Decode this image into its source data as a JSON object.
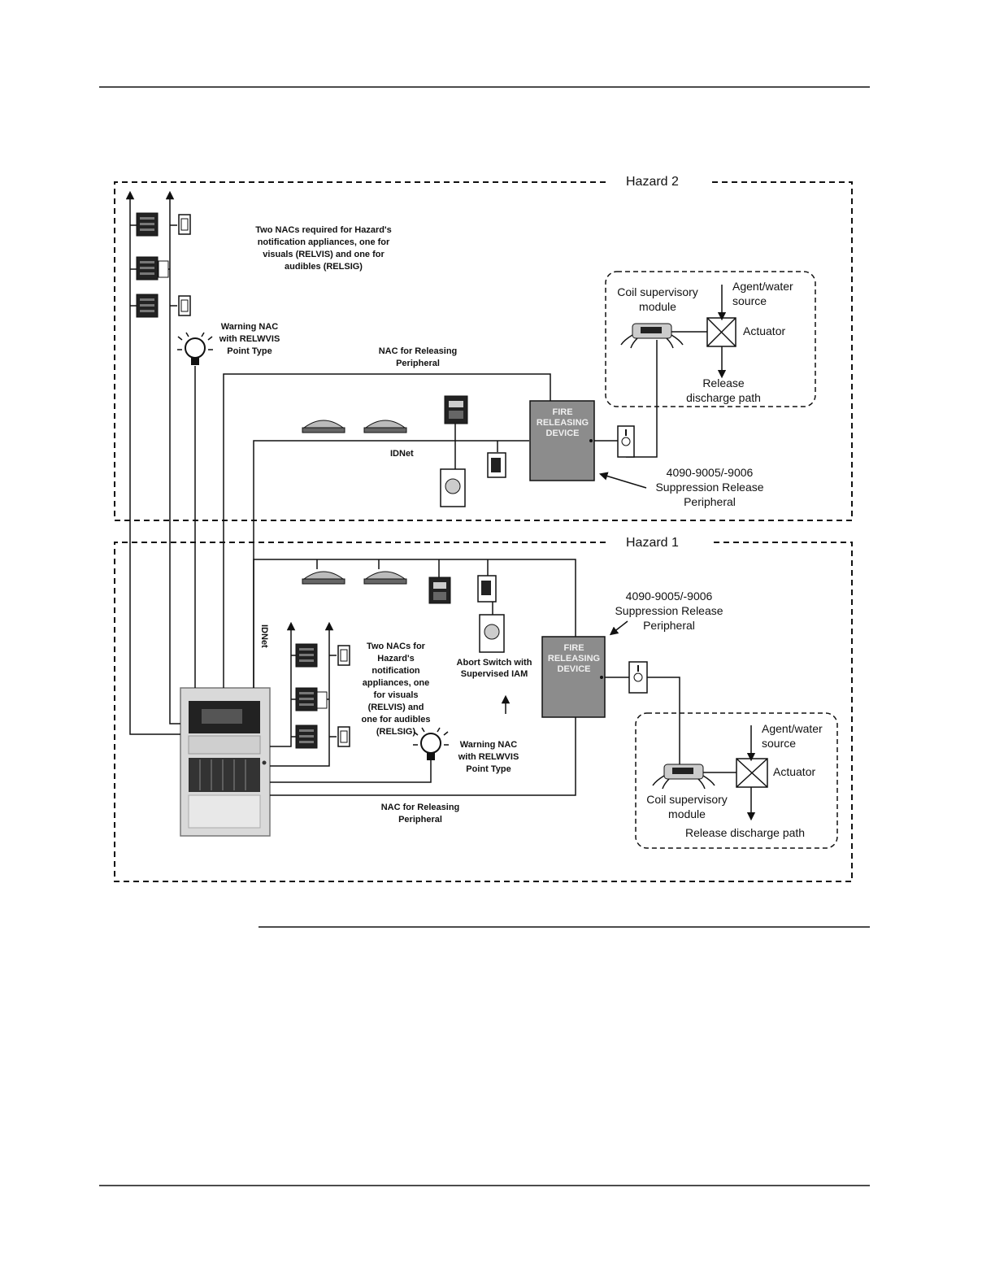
{
  "hazard2": {
    "title": "Hazard 2",
    "nac_note": [
      "Two NACs required for Hazard's",
      "notification appliances, one for",
      "visuals (RELVIS) and one for",
      "audibles (RELSIG)"
    ],
    "warning_nac": [
      "Warning NAC",
      "with RELWVIS",
      "Point Type"
    ],
    "nac_releasing": [
      "NAC for Releasing",
      "Peripheral"
    ],
    "idnet": "IDNet",
    "coil_module": [
      "Coil supervisory",
      "module"
    ],
    "agent_source": [
      "Agent/water",
      "source"
    ],
    "actuator": "Actuator",
    "release_path": [
      "Release",
      "discharge path"
    ],
    "device": [
      "FIRE",
      "RELEASING",
      "DEVICE"
    ],
    "suppression": [
      "4090-9005/-9006",
      "Suppression Release",
      "Peripheral"
    ]
  },
  "hazard1": {
    "title": "Hazard 1",
    "idnet": "IDNet",
    "nac_note": [
      "Two NACs for",
      "Hazard's",
      "notification",
      "appliances, one",
      "for visuals",
      "(RELVIS) and",
      "one for audibles",
      "(RELSIG)"
    ],
    "abort": [
      "Abort Switch with",
      "Supervised IAM"
    ],
    "warning_nac": [
      "Warning NAC",
      "with RELWVIS",
      "Point Type"
    ],
    "nac_releasing": [
      "NAC for Releasing",
      "Peripheral"
    ],
    "device": [
      "FIRE",
      "RELEASING",
      "DEVICE"
    ],
    "suppression": [
      "4090-9005/-9006",
      "Suppression Release",
      "Peripheral"
    ],
    "agent_source": [
      "Agent/water",
      "source"
    ],
    "actuator": "Actuator",
    "coil_module": [
      "Coil supervisory",
      "module"
    ],
    "release_path": "Release discharge path"
  },
  "colors": {
    "device_fill": "#8c8c8c",
    "panel_fill": "#d9d9d9",
    "line": "#111111"
  }
}
